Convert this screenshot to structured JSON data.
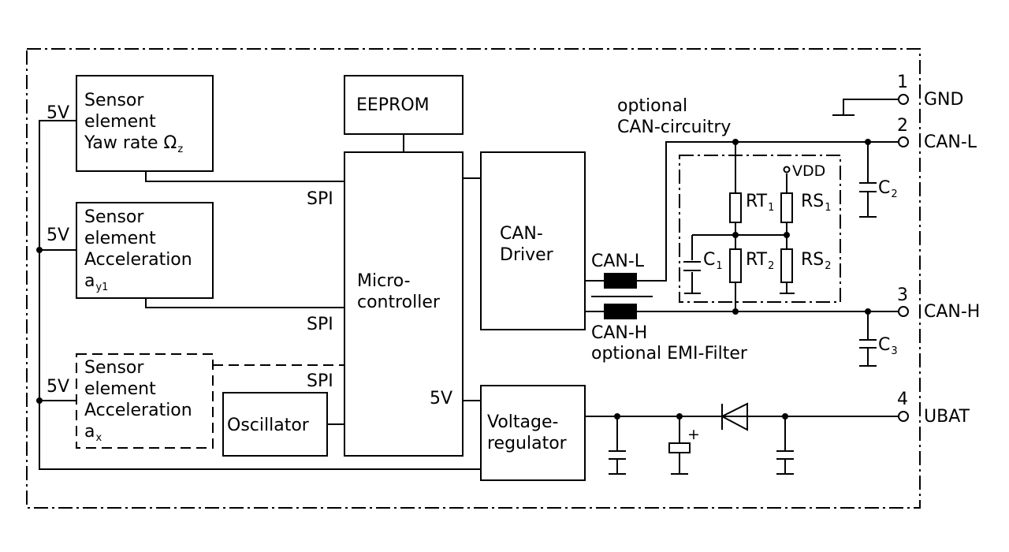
{
  "sensor_yaw": {
    "line1": "Sensor",
    "line2": "element",
    "line3": "Yaw rate Ω",
    "sub": "z",
    "supply": "5V"
  },
  "sensor_ay": {
    "line1": "Sensor",
    "line2": "element",
    "line3": "Acceleration",
    "line4": "a",
    "sub": "y1",
    "supply": "5V"
  },
  "sensor_ax": {
    "line1": "Sensor",
    "line2": "element",
    "line3": "Acceleration",
    "line4": "a",
    "sub": "x",
    "supply": "5V"
  },
  "eeprom": "EEPROM",
  "microcontroller": {
    "line1": "Micro-",
    "line2": "controller"
  },
  "oscillator": "Oscillator",
  "spi": [
    "SPI",
    "SPI",
    "SPI"
  ],
  "mcu_supply": "5V",
  "can_driver": {
    "line1": "CAN-",
    "line2": "Driver"
  },
  "voltage_regulator": {
    "line1": "Voltage-",
    "line2": "regulator"
  },
  "emi": {
    "can_l": "CAN-L",
    "can_h": "CAN-H",
    "caption": "optional EMI-Filter"
  },
  "can_circuitry": {
    "line1": "optional",
    "line2": "CAN-circuitry",
    "vdd": "VDD"
  },
  "components": {
    "rt1": {
      "base": "RT",
      "sub": "1"
    },
    "rt2": {
      "base": "RT",
      "sub": "2"
    },
    "rs1": {
      "base": "RS",
      "sub": "1"
    },
    "rs2": {
      "base": "RS",
      "sub": "2"
    },
    "c1": {
      "base": "C",
      "sub": "1"
    },
    "c2": {
      "base": "C",
      "sub": "2"
    },
    "c3": {
      "base": "C",
      "sub": "3"
    },
    "plus": "+"
  },
  "pins": [
    {
      "number": "1",
      "name": "GND"
    },
    {
      "number": "2",
      "name": "CAN-L"
    },
    {
      "number": "3",
      "name": "CAN-H"
    },
    {
      "number": "4",
      "name": "UBAT"
    }
  ]
}
